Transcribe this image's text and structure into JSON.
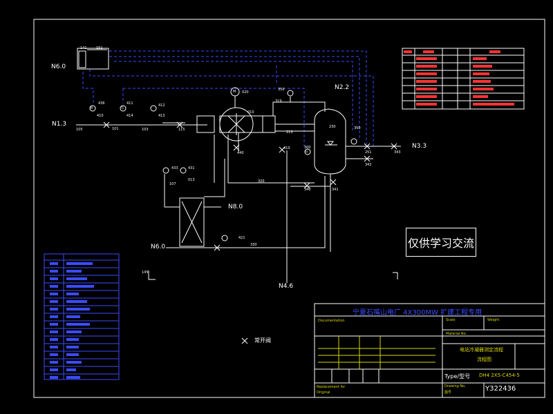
{
  "watermark": "仅供学习交流",
  "streams": {
    "n60_top": "N6.0",
    "n13": "N1.3",
    "n22": "N2.2",
    "n33": "N3.3",
    "n80": "N8.0",
    "n60_bottom": "N6.0",
    "n46": "N4.6"
  },
  "tags": {
    "t141": "141",
    "t151": "151",
    "t436": "436",
    "t410": "410",
    "t411": "411",
    "t414": "414",
    "t412": "412",
    "t413": "413",
    "t105": "105",
    "t101": "101",
    "t103": "103",
    "t115": "115",
    "t020": "020",
    "t010": "010",
    "t350": "350",
    "t319": "319",
    "t230": "230",
    "t213": "213",
    "t350b": "350",
    "t410b": "410",
    "t300": "300",
    "t440": "440",
    "t320": "320",
    "t341": "341",
    "t433": "433",
    "t431": "431",
    "t013": "013",
    "t107": "107",
    "t340": "340",
    "t421": "421",
    "t330": "330",
    "t251": "251",
    "t342": "342",
    "t343": "343",
    "t145": "145"
  },
  "instruments": {
    "pi": "PI",
    "ti": "TI",
    "li": "LI",
    "m": "M"
  },
  "legend_note": "常开阀",
  "title_block": {
    "project": "宁夏石嘴山电厂 4X300MW 扩建工程专用",
    "drawing_name_l1": "电站冷凝器测定流程",
    "drawing_name_l2": "流程图",
    "type_label": "Type/型号",
    "type_value": "DH4  2X5-C454-5",
    "drawing_no_label": "Drawing No.",
    "drawing_no_sub": "图号",
    "drawing_no_value": "Y322436",
    "scale_label": "Scale",
    "weight_label": "Weight",
    "material_label": "Material No.",
    "documentation_label": "Documentation",
    "replacement_label": "Replacement for",
    "original_label": "Original"
  }
}
